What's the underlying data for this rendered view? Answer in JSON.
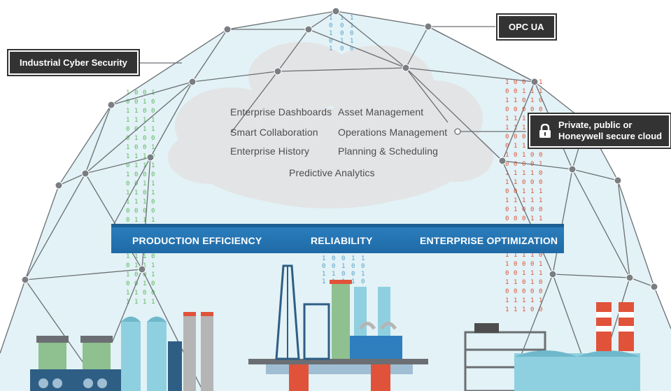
{
  "callouts": {
    "cyber_security": "Industrial Cyber Security",
    "opc_ua": "OPC UA",
    "secure_cloud_line1": "Private, public or",
    "secure_cloud_line2": "Honeywell secure cloud",
    "secure_cloud_icon": "lock-icon"
  },
  "cloud": {
    "items": [
      "Enterprise Dashboards",
      "Asset Management",
      "Smart Collaboration",
      "Operations Management",
      "Enterprise History",
      "Planning & Scheduling",
      "Predictive Analytics"
    ]
  },
  "band": {
    "labels": [
      "PRODUCTION EFFICIENCY",
      "RELIABILITY",
      "ENTERPRISE OPTIMIZATION"
    ]
  },
  "colors": {
    "dome_fill": "#cfe9ef",
    "dome_line": "#6b6f73",
    "node": "#7a7e82",
    "cloud": "#e3e4e5",
    "band": "#1f6aa6",
    "band_edge": "#1d5f92",
    "callout_bg": "#333333",
    "binary_green": "#5cb85c",
    "binary_red": "#e0533a",
    "binary_blue": "#5aa0c8"
  },
  "binary_streams": {
    "left_green_digits": "1 0 1 1 0 0 1 1 0 1 0 1 1 0 0 1 1 0 1 0",
    "right_red_digits": "1 0 1 0 1 1 0 0 1 0 1 1 0 1 0 0 1 1 0 1"
  }
}
